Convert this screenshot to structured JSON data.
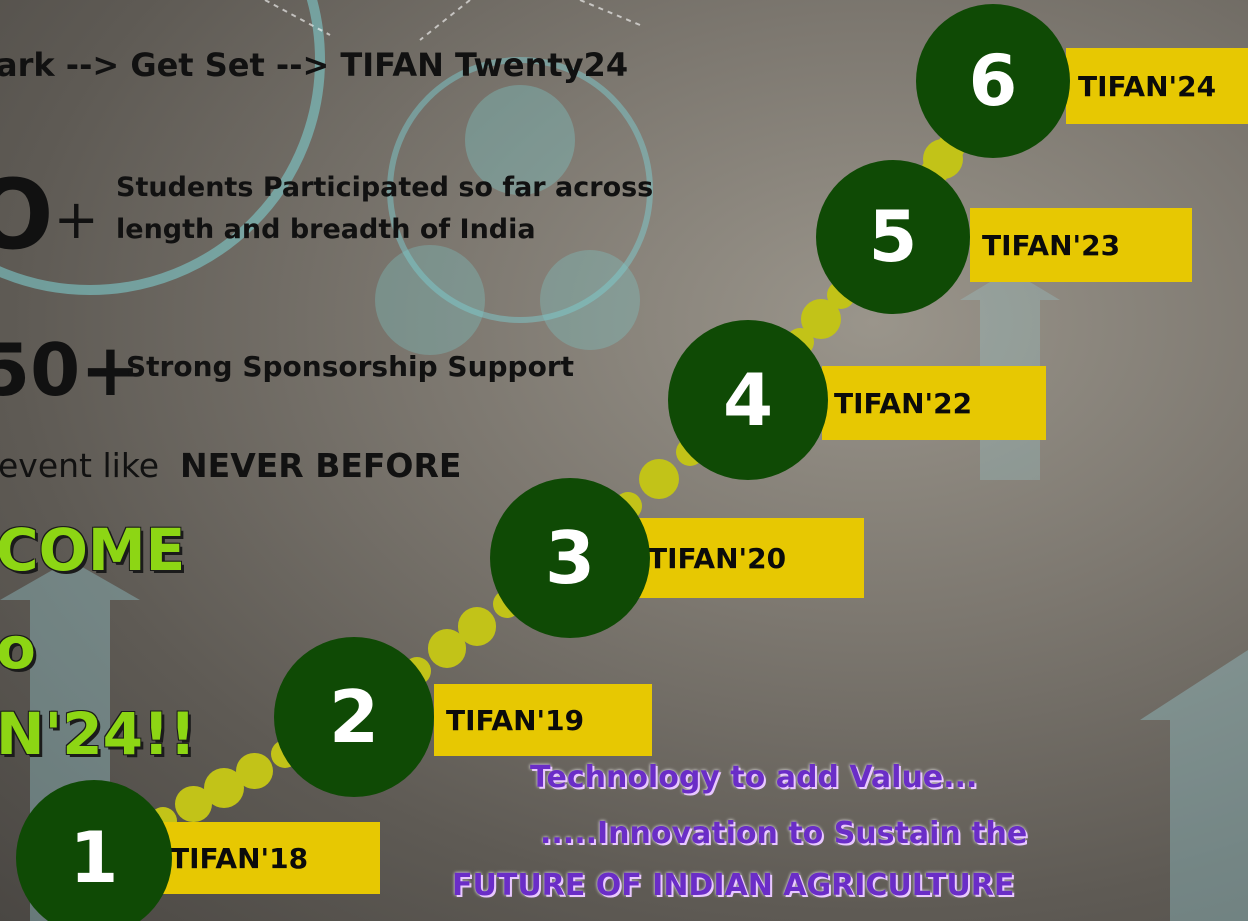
{
  "header": {
    "flow_text": "ark --> Get Set --> TIFAN Twenty24"
  },
  "stats": [
    {
      "value": "O",
      "suffix": "+",
      "text_line1": "Students Participated so far across",
      "text_line2": "length and breadth of India"
    },
    {
      "value": "50+",
      "text": "Strong Sponsorship Support"
    }
  ],
  "event_line": {
    "prefix": "event like",
    "emphasis": "NEVER BEFORE"
  },
  "welcome": {
    "line1": "COME",
    "line2": "o",
    "line3": "N'24!!"
  },
  "milestones": [
    {
      "number": "1",
      "label": "TIFAN'18"
    },
    {
      "number": "2",
      "label": "TIFAN'19"
    },
    {
      "number": "3",
      "label": "TIFAN'20"
    },
    {
      "number": "4",
      "label": "TIFAN'22"
    },
    {
      "number": "5",
      "label": "TIFAN'23"
    },
    {
      "number": "6",
      "label": "TIFAN'24"
    }
  ],
  "tagline": {
    "line1": "Technology to add Value...",
    "line2": ".....Innovation to Sustain the",
    "line3": "FUTURE OF INDIAN AGRICULTURE"
  },
  "colors": {
    "circle": "#0f4a05",
    "label": "#e7c802",
    "dot": "#c2c318",
    "welcome": "#8dd614",
    "tagline": "#6a2dc7"
  }
}
